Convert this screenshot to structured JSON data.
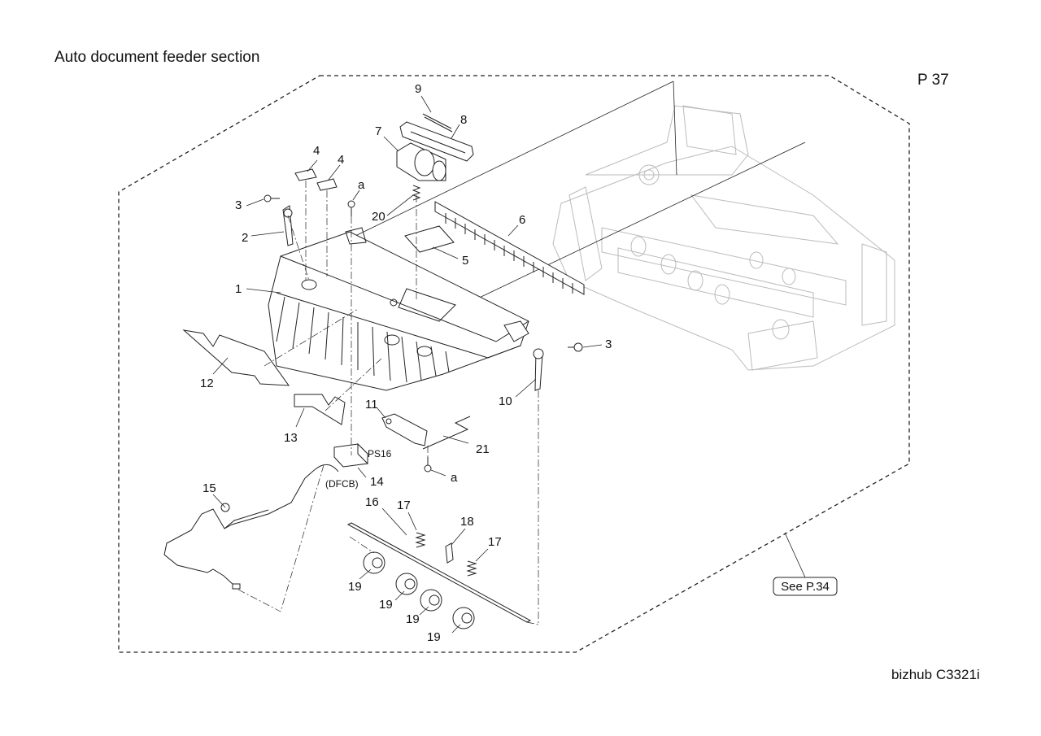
{
  "header": {
    "title": "Auto document feeder section",
    "page": "P 37"
  },
  "footer": {
    "model": "bizhub C3321i"
  },
  "reference": {
    "label": "See P.34"
  },
  "connector_labels": {
    "sensor": "PS16",
    "board": "(DFCB)"
  },
  "callouts": {
    "c1": "1",
    "c2": "2",
    "c3a": "3",
    "c3b": "3",
    "c4a": "4",
    "c4b": "4",
    "c5": "5",
    "c6": "6",
    "c7": "7",
    "c8": "8",
    "c9": "9",
    "c10": "10",
    "c11": "11",
    "c12": "12",
    "c13": "13",
    "c14": "14",
    "c15": "15",
    "c16": "16",
    "c17a": "17",
    "c17b": "17",
    "c18": "18",
    "c19a": "19",
    "c19b": "19",
    "c19c": "19",
    "c19d": "19",
    "c20": "20",
    "c21": "21",
    "ca1": "a",
    "ca2": "a"
  }
}
